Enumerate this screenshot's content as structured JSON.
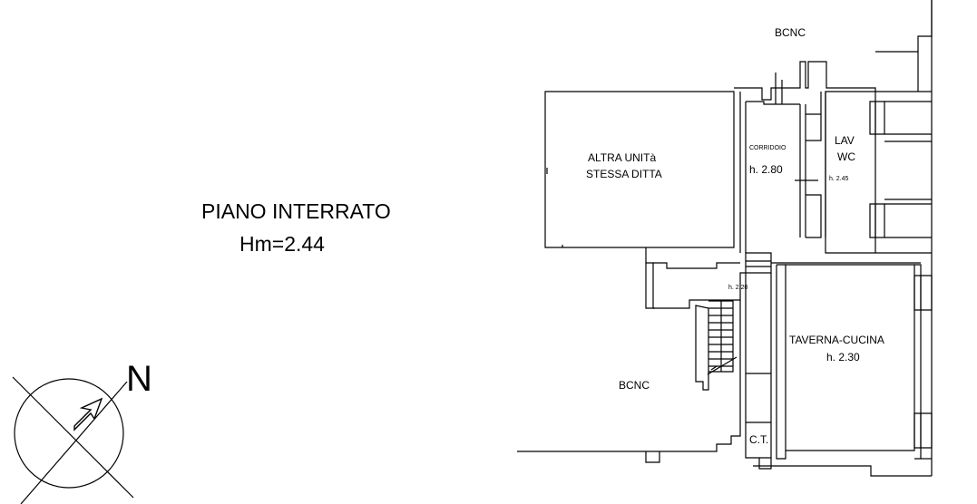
{
  "plan": {
    "title": "PIANO INTERRATO",
    "subtitle": "Hm=2.44",
    "north_label": "N",
    "rooms": {
      "bcnc_top": "BCNC",
      "altra_unita_line1": "ALTRA UNITà",
      "altra_unita_line2": "STESSA DITTA",
      "corridoio": "CORRIDOIO",
      "corridoio_height": "h. 2.80",
      "lav": "LAV",
      "wc": "WC",
      "wc_height": "h. 2.45",
      "landing_height": "h. 2.20",
      "taverna": "TAVERNA-CUCINA",
      "taverna_height": "h. 2.30",
      "bcnc_bottom": "BCNC",
      "ct": "C.T."
    }
  },
  "colors": {
    "line": "#000000",
    "background": "#ffffff"
  },
  "icons": {
    "compass": "north-arrow-icon"
  }
}
